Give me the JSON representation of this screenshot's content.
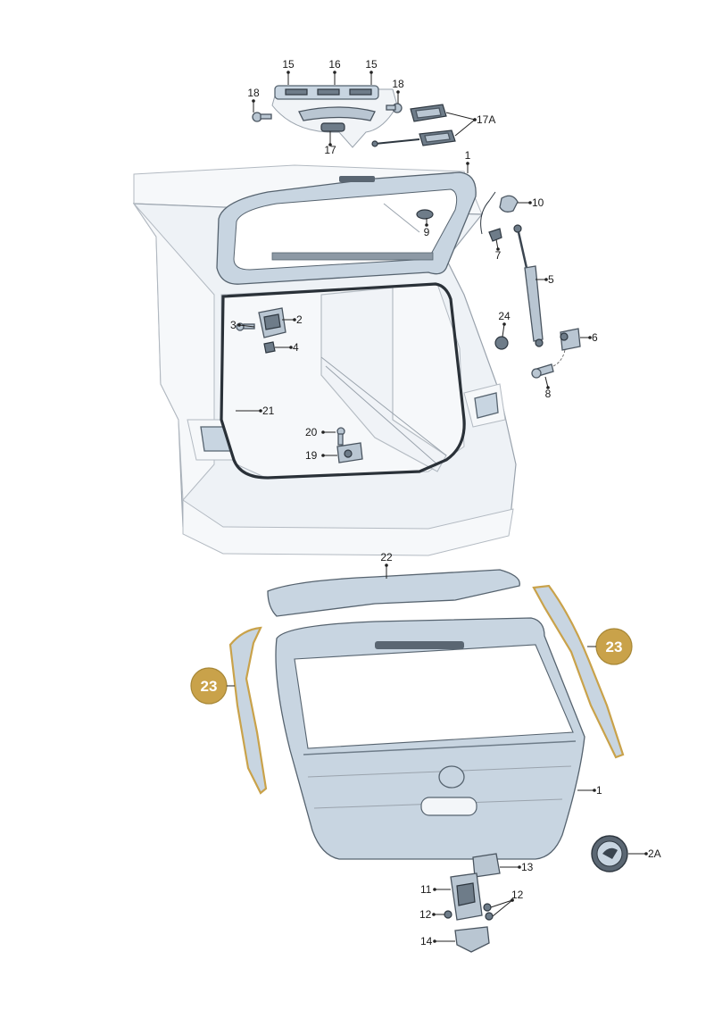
{
  "accent_color": "#c9a24a",
  "labels": {
    "l1_top": "1",
    "l1_bottom": "1",
    "l2": "2",
    "l2a": "2A",
    "l3": "3",
    "l4": "4",
    "l5": "5",
    "l6": "6",
    "l7": "7",
    "l8": "8",
    "l9": "9",
    "l10": "10",
    "l11": "11",
    "l12_a": "12",
    "l12_b": "12",
    "l13": "13",
    "l14": "14",
    "l15_a": "15",
    "l15_b": "15",
    "l16": "16",
    "l17": "17",
    "l17a": "17A",
    "l18_a": "18",
    "l18_b": "18",
    "l19": "19",
    "l20": "20",
    "l21": "21",
    "l22": "22",
    "l24": "24"
  },
  "highlight_badges": {
    "left": "23",
    "right": "23"
  }
}
